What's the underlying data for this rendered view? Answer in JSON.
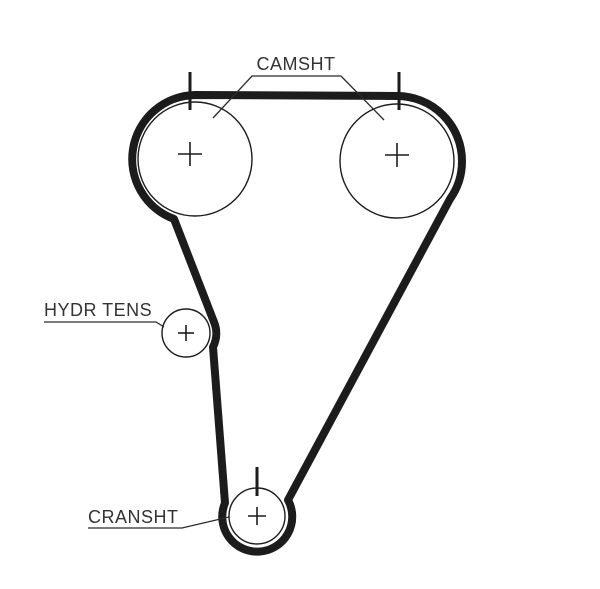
{
  "diagram": {
    "labels": {
      "camshaft": "CAMSHT",
      "hydraulic_tensioner": "HYDR TENS",
      "crankshaft": "CRANSHT"
    },
    "colors": {
      "belt": "#1c1c1c",
      "line": "#2b2b2b",
      "text": "#333333",
      "background": "#ffffff"
    }
  }
}
